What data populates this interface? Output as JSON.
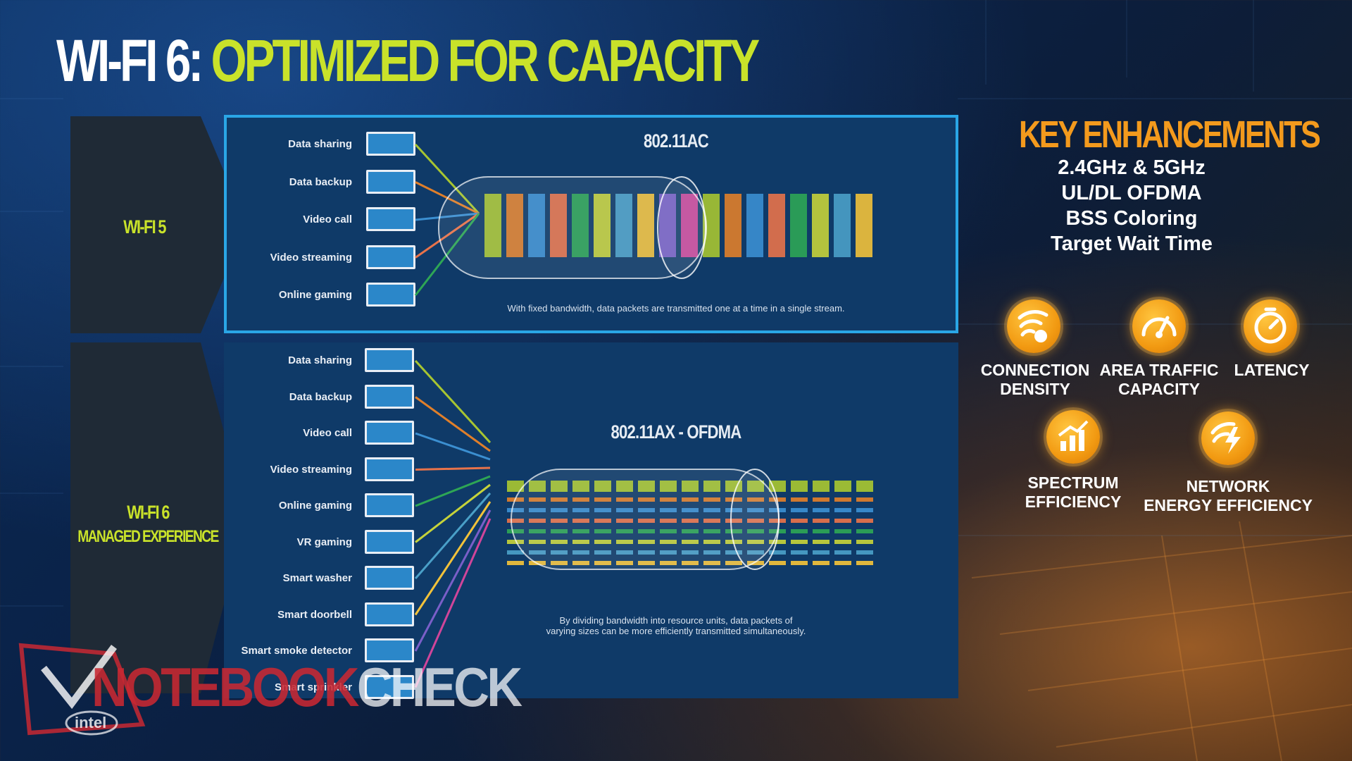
{
  "title": {
    "part1": "WI-FI 6:",
    "part2": "OPTIMIZED FOR CAPACITY"
  },
  "wifi5": {
    "tab_label": "WI-FI 5",
    "standard": "802.11AC",
    "devices": [
      "Data sharing",
      "Data backup",
      "Video call",
      "Video streaming",
      "Online gaming"
    ],
    "caption": "With fixed bandwidth, data packets are transmitted one at a time in a single stream."
  },
  "wifi6": {
    "tab_label_line1": "WI-FI 6",
    "tab_label_line2": "MANAGED EXPERIENCE",
    "standard": "802.11AX - OFDMA",
    "devices": [
      "Data sharing",
      "Data backup",
      "Video call",
      "Video streaming",
      "Online gaming",
      "VR gaming",
      "Smart washer",
      "Smart doorbell",
      "Smart smoke detector",
      "Smart sprinkler"
    ],
    "caption_line1": "By dividing bandwidth into resource units, data packets of",
    "caption_line2": "varying sizes can be more efficiently transmitted simultaneously."
  },
  "key_enhancements": {
    "title": "KEY ENHANCEMENTS",
    "items": [
      "2.4GHz & 5GHz",
      "UL/DL OFDMA",
      "BSS Coloring",
      "Target Wait Time"
    ]
  },
  "benefits": [
    {
      "label_line1": "CONNECTION",
      "label_line2": "DENSITY",
      "icon": "wifi-signal-icon"
    },
    {
      "label_line1": "AREA TRAFFIC",
      "label_line2": "CAPACITY",
      "icon": "speedometer-icon"
    },
    {
      "label_line1": "LATENCY",
      "label_line2": "",
      "icon": "gauge-icon"
    },
    {
      "label_line1": "SPECTRUM",
      "label_line2": "EFFICIENCY",
      "icon": "bar-growth-icon"
    },
    {
      "label_line1": "NETWORK",
      "label_line2": "ENERGY EFFICIENCY",
      "icon": "wifi-lightning-icon"
    }
  ],
  "watermark": {
    "brand_prefix": "N",
    "brand_mid": "OTEBOOK",
    "brand_suffix": "CHECK",
    "logo": "intel"
  },
  "colors": {
    "accent_yellow": "#c9e22a",
    "accent_orange": "#f39a1d",
    "panel_blue": "#0f3a68",
    "panel_border": "#2aa6e6",
    "packets": [
      "#a7c531",
      "#e07f2a",
      "#3b8fd1",
      "#e8734a",
      "#2ea655",
      "#c6d33a",
      "#4aa0c8",
      "#f2c23a",
      "#7a5fc8",
      "#d0459a"
    ]
  }
}
